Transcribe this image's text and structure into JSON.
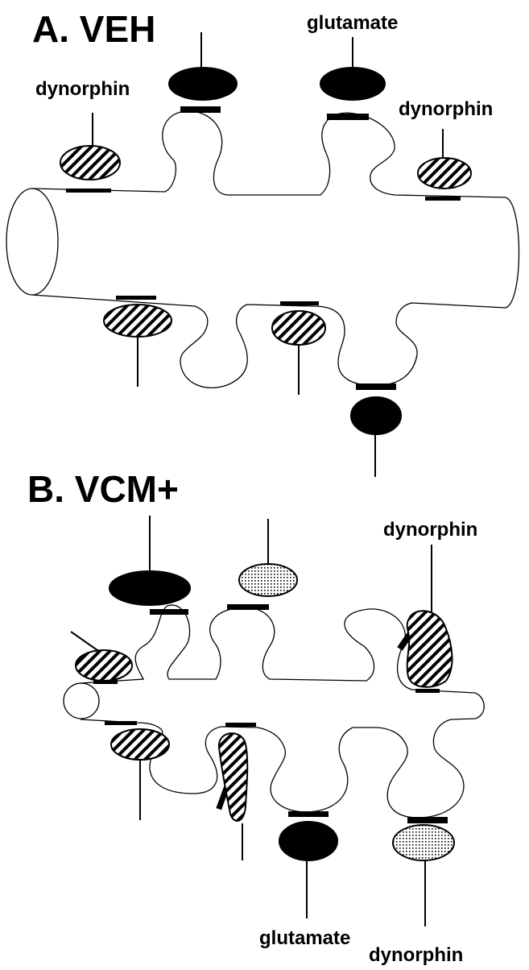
{
  "panel_a": {
    "title": "A. VEH",
    "label_glutamate": "glutamate",
    "label_dynorphin_left": "dynorphin",
    "label_dynorphin_right": "dynorphin"
  },
  "panel_b": {
    "title": "B. VCM+",
    "label_dynorphin_top": "dynorphin",
    "label_glutamate_bottom": "glutamate",
    "label_dynorphin_bottom": "dynorphin"
  },
  "legend_fills": {
    "glutamate_terminal": "#000000",
    "dynorphin_terminal": "hatched",
    "other_terminal": "stippled"
  }
}
